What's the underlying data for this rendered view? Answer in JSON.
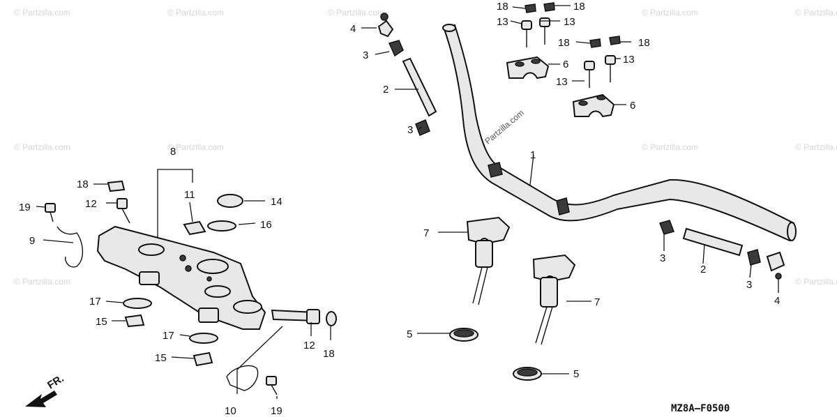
{
  "diagram": {
    "watermark": "© Partzilla.com",
    "diagram_code": "MZ8A—F0500",
    "direction_label": "FR.",
    "callouts": {
      "c1": "1",
      "c2a": "2",
      "c2b": "2",
      "c3a": "3",
      "c3b": "3",
      "c3c": "3",
      "c3d": "3",
      "c4a": "4",
      "c4b": "4",
      "c5a": "5",
      "c5b": "5",
      "c6a": "6",
      "c6b": "6",
      "c7a": "7",
      "c7b": "7",
      "c8": "8",
      "c9": "9",
      "c10": "10",
      "c11": "11",
      "c12a": "12",
      "c12b": "12",
      "c13a": "13",
      "c13b": "13",
      "c13c": "13",
      "c13d": "13",
      "c14": "14",
      "c15a": "15",
      "c15b": "15",
      "c16": "16",
      "c17a": "17",
      "c17b": "17",
      "c18a": "18",
      "c18b": "18",
      "c18c": "18",
      "c18d": "18",
      "c18e": "18",
      "c18f": "18",
      "c19a": "19",
      "c19b": "19"
    }
  }
}
